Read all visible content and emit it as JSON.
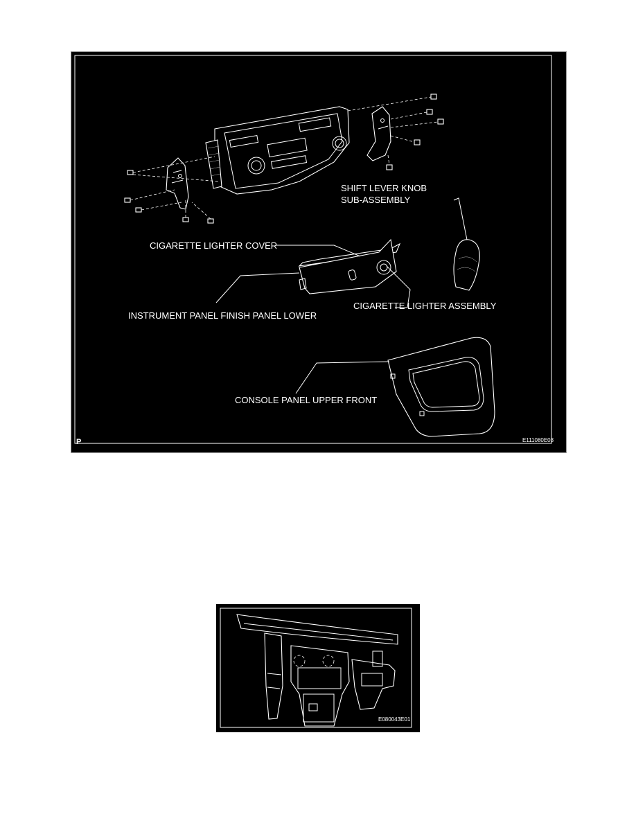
{
  "figure1": {
    "labels": {
      "shift_knob_line1": "SHIFT LEVER KNOB",
      "shift_knob_line2": "SUB-ASSEMBLY",
      "cigarette_cover": "CIGARETTE LIGHTER COVER",
      "cigarette_assembly": "CIGARETTE LIGHTER ASSEMBLY",
      "finish_panel": "INSTRUMENT PANEL FINISH PANEL LOWER",
      "console_panel": "CONSOLE PANEL UPPER FRONT"
    },
    "corner_mark": "P",
    "figure_code": "E111080E03"
  },
  "figure2": {
    "figure_code": "E080043E01"
  }
}
